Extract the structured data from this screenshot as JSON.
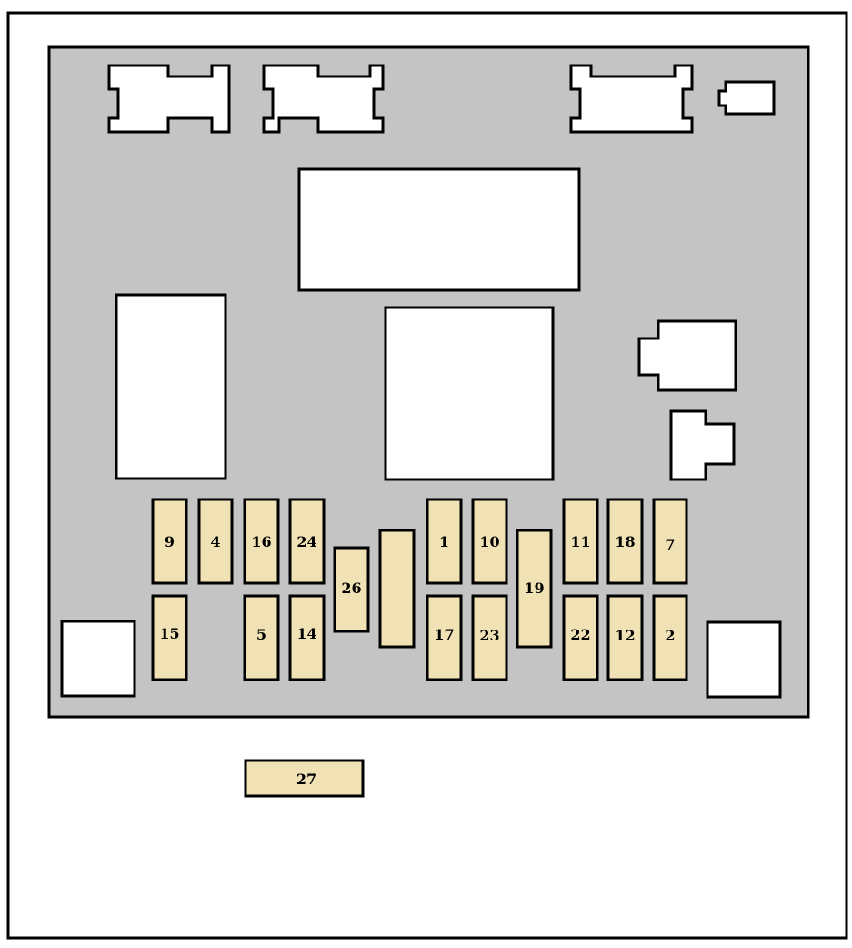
{
  "colors": {
    "background": "#ffffff",
    "outline": "#000000",
    "panel": "#c4c4c4",
    "component": "#ffffff",
    "fuse": "#f0e2b4"
  },
  "fuses": [
    {
      "id": "9"
    },
    {
      "id": "4"
    },
    {
      "id": "16"
    },
    {
      "id": "24"
    },
    {
      "id": "1"
    },
    {
      "id": "10"
    },
    {
      "id": "11"
    },
    {
      "id": "18"
    },
    {
      "id": "7"
    },
    {
      "id": "15"
    },
    {
      "id": "5"
    },
    {
      "id": "14"
    },
    {
      "id": "26"
    },
    {
      "id": "17"
    },
    {
      "id": "23"
    },
    {
      "id": "19"
    },
    {
      "id": "22"
    },
    {
      "id": "12"
    },
    {
      "id": "2"
    },
    {
      "id": "27"
    }
  ]
}
